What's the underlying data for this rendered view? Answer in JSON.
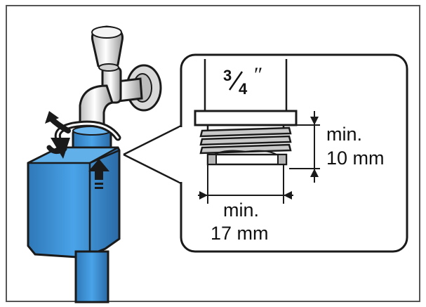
{
  "figure": {
    "thread_size": {
      "numerator": "3",
      "denominator": "4",
      "unit": "″"
    },
    "height_dimension": {
      "line1": "min.",
      "line2": "10 mm"
    },
    "width_dimension": {
      "line1": "min.",
      "line2": "17 mm"
    },
    "colors": {
      "hose_blue": "#3a8fd4",
      "hose_blue_dark": "#1f5f94",
      "outline": "#1a1a1a",
      "frame_border": "#444444",
      "thread_gray": "#b5b5b5"
    },
    "icons": [
      "water-tap-icon",
      "rotate-arrow-icon",
      "push-up-arrow-icon"
    ]
  }
}
